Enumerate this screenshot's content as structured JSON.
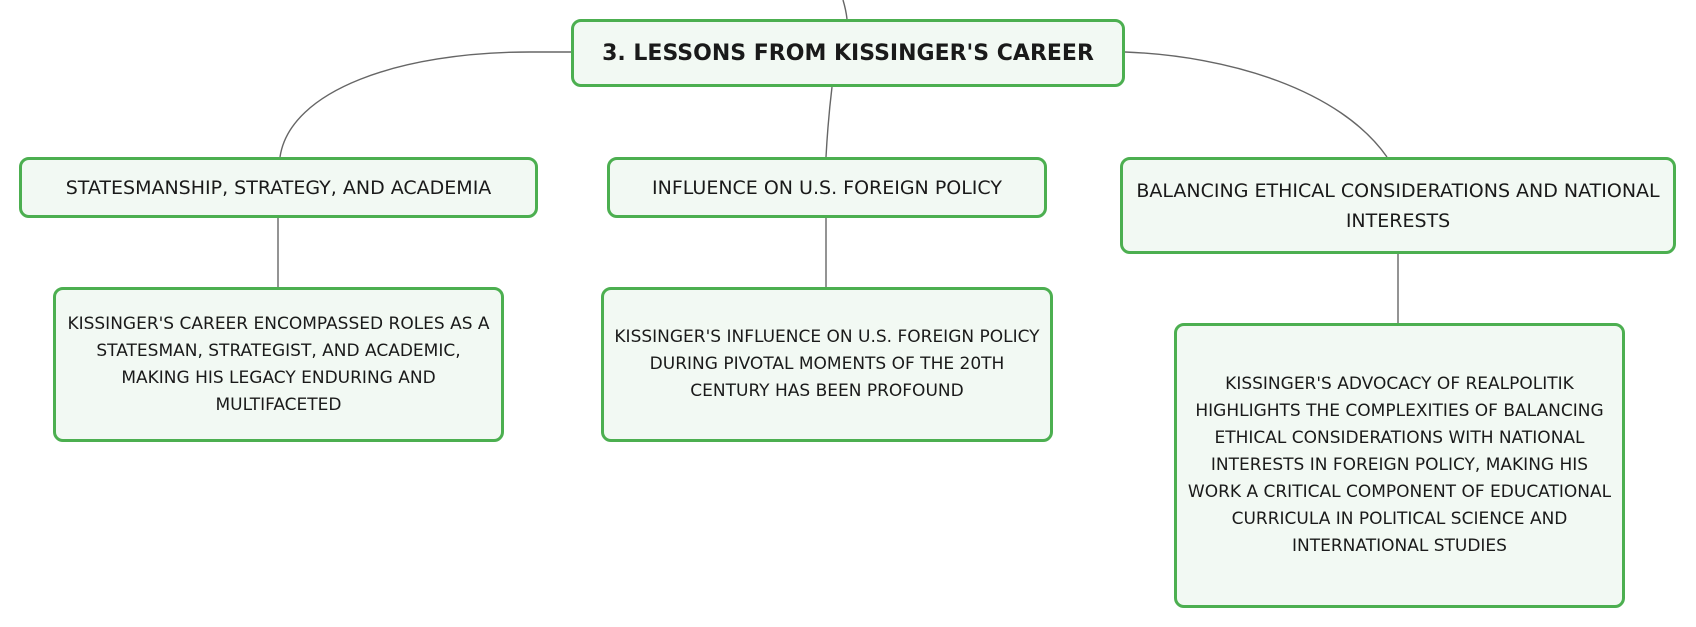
{
  "root": {
    "title": "3. LESSONS FROM KISSINGER'S CAREER"
  },
  "branches": [
    {
      "title": "STATESMANSHIP, STRATEGY, AND ACADEMIA",
      "detail": "KISSINGER'S CAREER ENCOMPASSED ROLES AS A STATESMAN, STRATEGIST, AND ACADEMIC, MAKING HIS LEGACY ENDURING AND MULTIFACETED"
    },
    {
      "title": "INFLUENCE ON U.S. FOREIGN POLICY",
      "detail": "KISSINGER'S INFLUENCE ON U.S. FOREIGN POLICY DURING PIVOTAL MOMENTS OF THE 20TH CENTURY HAS BEEN PROFOUND"
    },
    {
      "title": "BALANCING ETHICAL CONSIDERATIONS AND NATIONAL INTERESTS",
      "detail": "KISSINGER'S ADVOCACY OF REALPOLITIK HIGHLIGHTS THE COMPLEXITIES OF BALANCING ETHICAL CONSIDERATIONS WITH NATIONAL INTERESTS IN FOREIGN POLICY, MAKING HIS WORK A CRITICAL COMPONENT OF EDUCATIONAL CURRICULA IN POLITICAL SCIENCE AND INTERNATIONAL STUDIES"
    }
  ],
  "colors": {
    "node_border": "#4caf50",
    "node_fill": "#f2f9f3",
    "connector": "#666666"
  }
}
